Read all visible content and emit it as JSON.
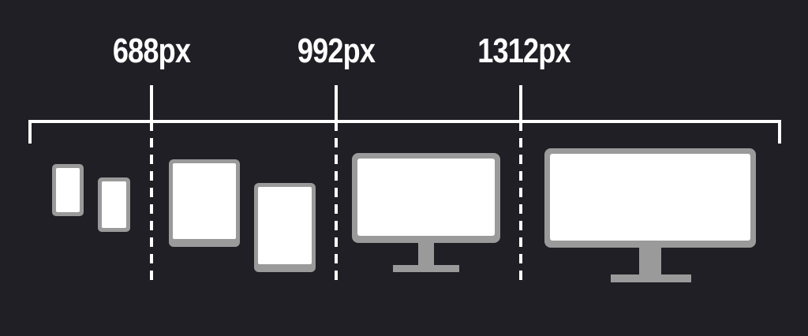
{
  "breakpoints": [
    {
      "label": "688px"
    },
    {
      "label": "992px"
    },
    {
      "label": "1312px"
    }
  ],
  "colors": {
    "background": "#1f1f25",
    "line": "#ffffff",
    "device_frame": "#9a9a9a",
    "device_screen": "#ffffff"
  },
  "icons": [
    "phone-icon",
    "phone-icon",
    "tablet-landscape-icon",
    "tablet-portrait-icon",
    "desktop-monitor-icon",
    "large-desktop-monitor-icon"
  ]
}
